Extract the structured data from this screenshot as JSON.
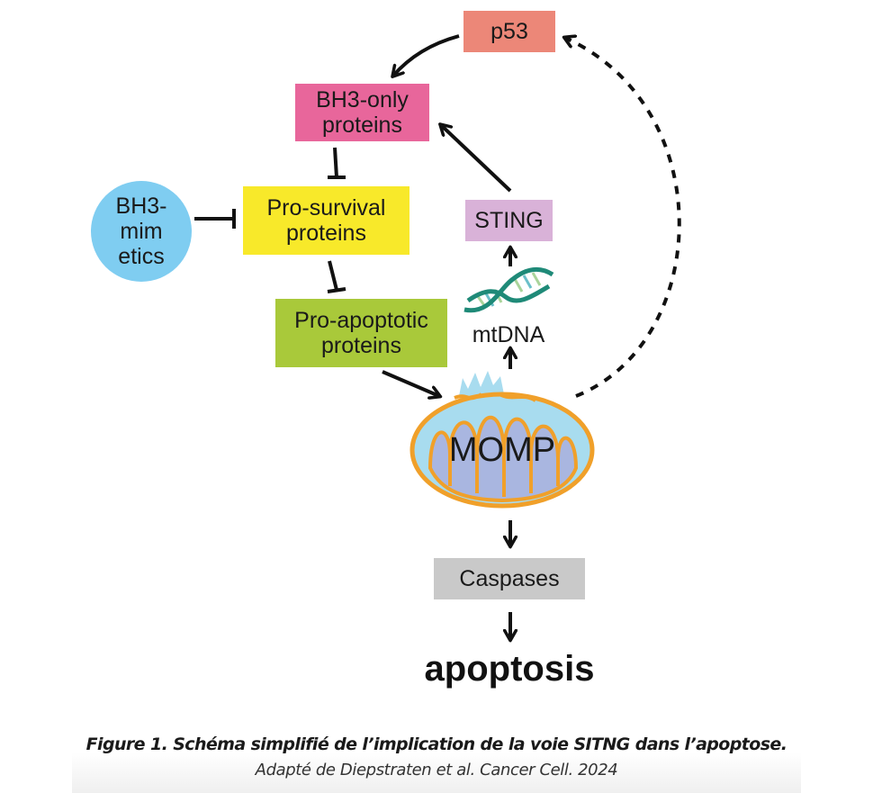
{
  "nodes": {
    "p53": {
      "label": "p53",
      "color": "#ec8778"
    },
    "bh3_only": {
      "label": "BH3-only proteins",
      "color": "#e8669b"
    },
    "pro_survival": {
      "label": "Pro-survival proteins",
      "color": "#f8e92a"
    },
    "bh3_mimetics": {
      "label": "BH3-mimetics",
      "color": "#7fcdf1"
    },
    "pro_apoptotic": {
      "label": "Pro-apoptotic proteins",
      "color": "#a9c93a"
    },
    "sting": {
      "label": "STING",
      "color": "#d9b2d8"
    },
    "mtdna": {
      "label": "mtDNA"
    },
    "momp": {
      "label": "MOMP"
    },
    "caspases": {
      "label": "Caspases",
      "color": "#c9c9c9"
    },
    "apoptosis": {
      "label": "apoptosis"
    }
  },
  "edges": [
    {
      "from": "p53",
      "to": "bh3_only",
      "type": "activation"
    },
    {
      "from": "sting",
      "to": "bh3_only",
      "type": "activation"
    },
    {
      "from": "bh3_only",
      "to": "pro_survival",
      "type": "inhibition"
    },
    {
      "from": "bh3_mimetics",
      "to": "pro_survival",
      "type": "inhibition"
    },
    {
      "from": "pro_survival",
      "to": "pro_apoptotic",
      "type": "inhibition"
    },
    {
      "from": "pro_apoptotic",
      "to": "momp",
      "type": "activation"
    },
    {
      "from": "momp",
      "to": "mtdna",
      "type": "activation"
    },
    {
      "from": "mtdna",
      "to": "sting",
      "type": "activation"
    },
    {
      "from": "momp",
      "to": "p53",
      "type": "dashed-activation"
    },
    {
      "from": "momp",
      "to": "caspases",
      "type": "activation"
    },
    {
      "from": "caspases",
      "to": "apoptosis",
      "type": "activation"
    }
  ],
  "caption": {
    "title": "Figure 1. Schéma simplifié de l’implication de la voie SITNG dans l’apoptose.",
    "source": "Adapté de Diepstraten et al. Cancer Cell. 2024"
  }
}
